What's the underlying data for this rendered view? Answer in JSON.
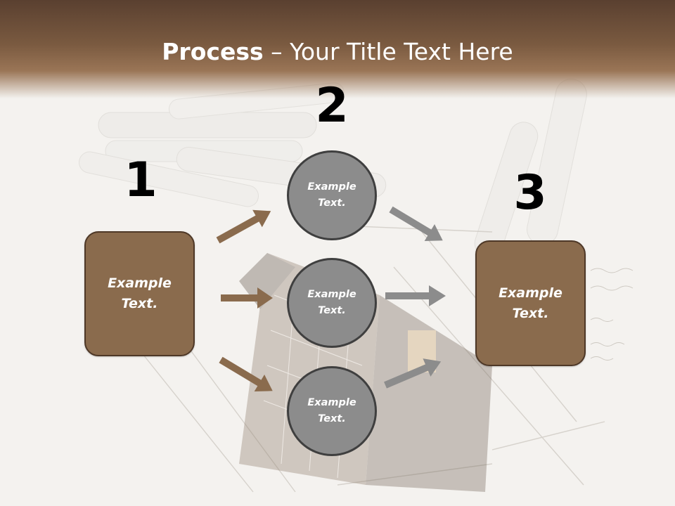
{
  "title": {
    "strong": "Process",
    "rest": " – Your Title Text Here"
  },
  "steps": [
    {
      "number": "1",
      "text": "Example Text."
    },
    {
      "number": "2",
      "text": "Example Text."
    },
    {
      "number": "3",
      "text": "Example Text."
    }
  ],
  "circles": [
    {
      "text": "Example Text."
    },
    {
      "text": "Example Text."
    },
    {
      "text": "Example Text."
    }
  ],
  "colors": {
    "brown": "#8a6b4d",
    "brown_dark": "#4e3827",
    "arrow_brown": "#8a6b4d",
    "arrow_gray": "#8c8c8c",
    "circle_gray": "#8c8c8c"
  }
}
